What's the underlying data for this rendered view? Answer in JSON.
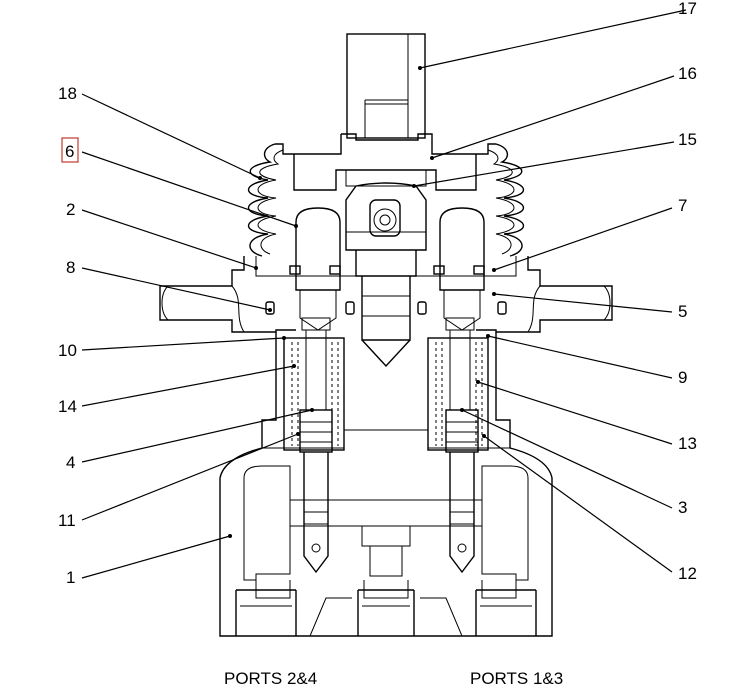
{
  "diagram": {
    "callouts": [
      {
        "id": "17",
        "label": "17"
      },
      {
        "id": "16",
        "label": "16"
      },
      {
        "id": "15",
        "label": "15"
      },
      {
        "id": "18",
        "label": "18"
      },
      {
        "id": "6",
        "label": "6",
        "highlighted": true
      },
      {
        "id": "2",
        "label": "2"
      },
      {
        "id": "7",
        "label": "7"
      },
      {
        "id": "8",
        "label": "8"
      },
      {
        "id": "5",
        "label": "5"
      },
      {
        "id": "10",
        "label": "10"
      },
      {
        "id": "9",
        "label": "9"
      },
      {
        "id": "14",
        "label": "14"
      },
      {
        "id": "13",
        "label": "13"
      },
      {
        "id": "4",
        "label": "4"
      },
      {
        "id": "3",
        "label": "3"
      },
      {
        "id": "11",
        "label": "11"
      },
      {
        "id": "12",
        "label": "12"
      },
      {
        "id": "1",
        "label": "1"
      }
    ],
    "ports": [
      {
        "id": "left",
        "label": "PORTS 2&4"
      },
      {
        "id": "right",
        "label": "PORTS 1&3"
      }
    ],
    "colors": {
      "line": "#000000",
      "highlight": "#c0392b",
      "background": "#ffffff"
    }
  }
}
